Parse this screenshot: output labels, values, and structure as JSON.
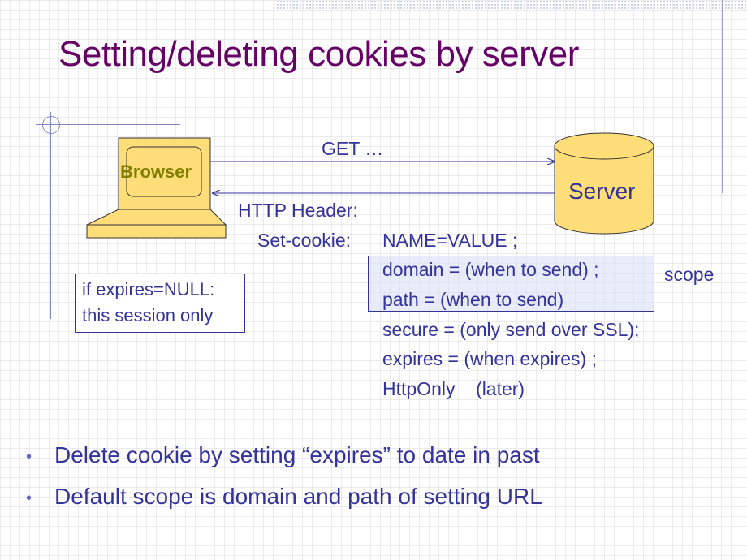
{
  "title": "Setting/deleting cookies by server",
  "diagram": {
    "browser_label": "Browser",
    "server_label": "Server",
    "request_label": "GET …",
    "response_label": "HTTP Header:",
    "set_cookie_label": "Set-cookie:",
    "cookie_lines": [
      "NAME=VALUE ;",
      "domain = (when to send) ;",
      "path = (when to send)",
      "secure = (only send over SSL);",
      "expires = (when expires) ;",
      "HttpOnly    (later)"
    ],
    "scope_label": "scope",
    "note_lines": [
      "if expires=NULL:",
      "this session only"
    ]
  },
  "bullets": [
    "Delete cookie by setting “expires” to date in past",
    "Default scope is domain and path of setting URL"
  ],
  "colors": {
    "title": "#660066",
    "text": "#333399",
    "browser_fill": "#ffde7a",
    "browser_label": "#808000"
  }
}
